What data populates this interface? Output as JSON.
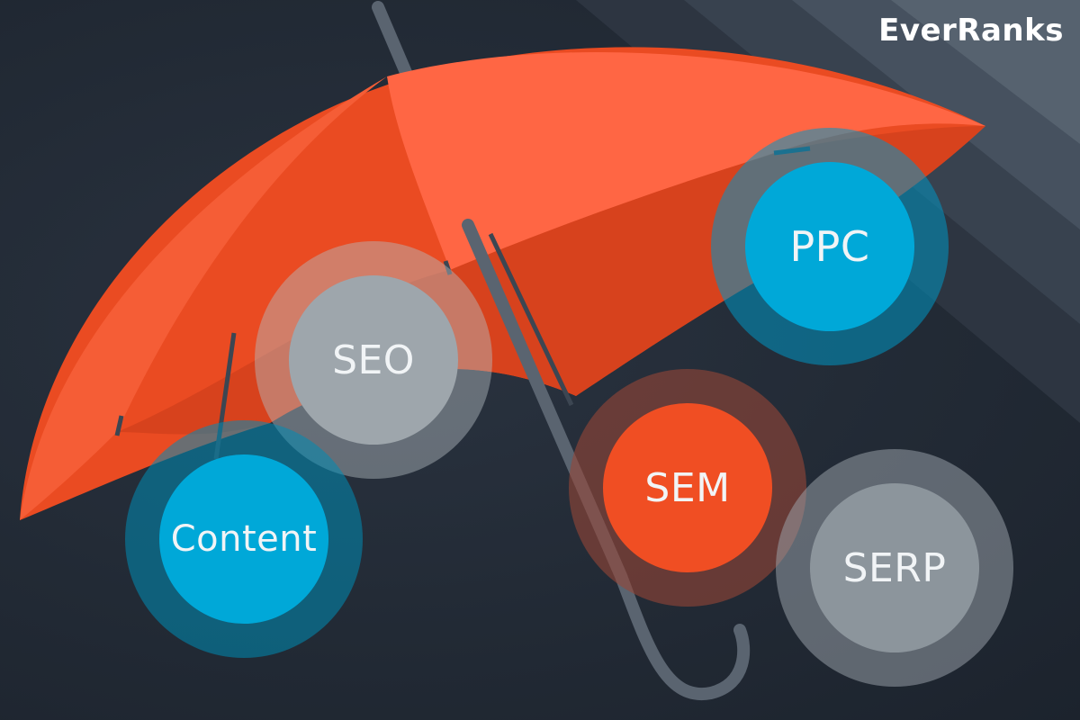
{
  "brand": {
    "logo_text": "EverRanks"
  },
  "bubbles": {
    "ppc": {
      "label": "PPC"
    },
    "seo": {
      "label": "SEO"
    },
    "sem": {
      "label": "SEM"
    },
    "content": {
      "label": "Content"
    },
    "serp": {
      "label": "SERP"
    }
  },
  "colors": {
    "background": "#222a35",
    "umbrella_main": "#f04e23",
    "umbrella_light": "#ff6a45",
    "umbrella_shade": "#d8411c",
    "blue": "#00a6d6",
    "grey": "#9ba4ab",
    "stripe": "#4b5868"
  }
}
